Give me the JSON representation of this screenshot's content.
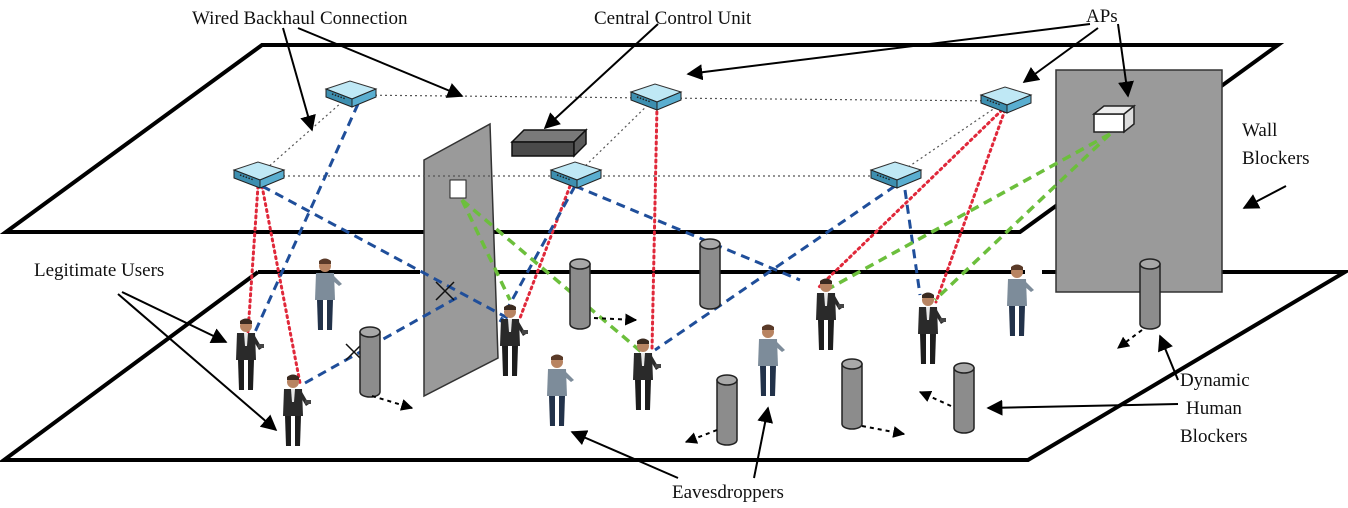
{
  "labels": {
    "wired_backhaul": "Wired Backhaul Connection",
    "central_control": "Central Control Unit",
    "aps": "APs",
    "wall_blockers_1": "Wall",
    "wall_blockers_2": "Blockers",
    "legitimate_users": "Legitimate Users",
    "dynamic_1": "Dynamic",
    "dynamic_2": "Human",
    "dynamic_3": "Blockers",
    "eavesdroppers": "Eavesdroppers"
  },
  "colors": {
    "los_link": "#e0283a",
    "blocked_link": "#1f4e9a",
    "reflect_link": "#6cbf3c",
    "blocker": "#8c8c8c",
    "wall": "#9a9a9a"
  }
}
